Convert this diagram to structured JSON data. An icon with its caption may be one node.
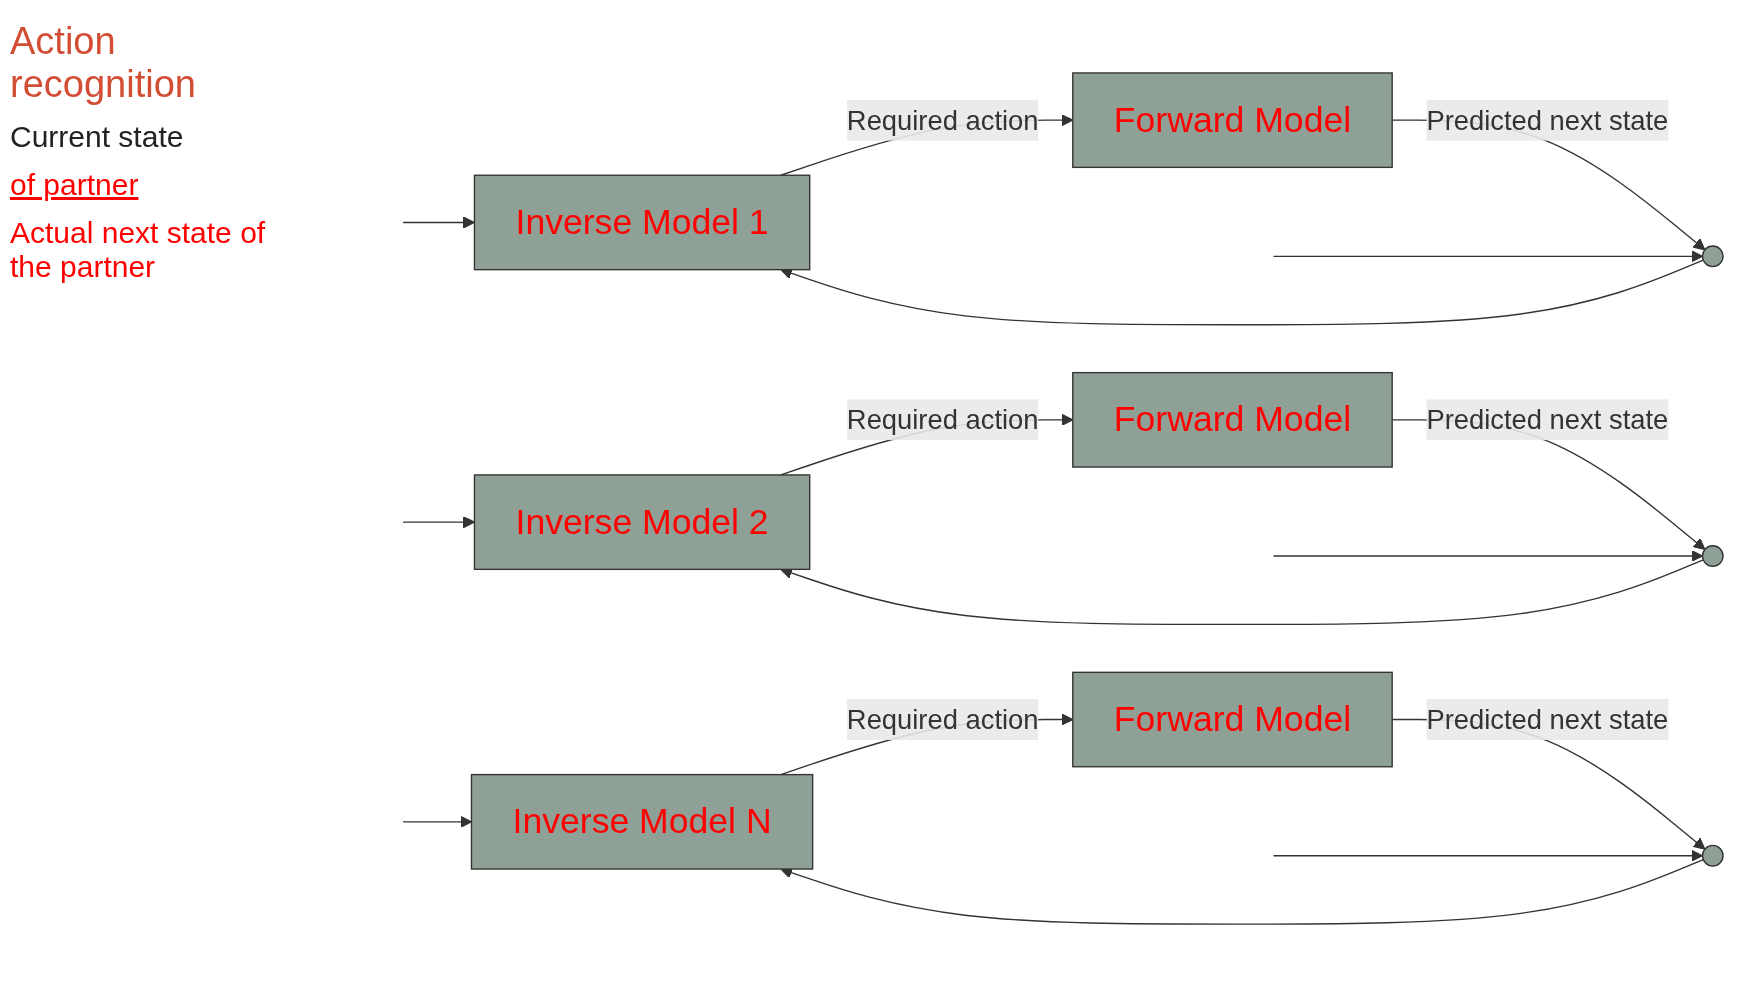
{
  "diagram": {
    "title": "Action recognition",
    "nodes": [
      {
        "text": [
          "Inverse Model 1"
        ]
      },
      {
        "text": [
          "Forward Model"
        ]
      },
      {
        "text": [],
        "shape": "circle"
      },
      {
        "text": [
          "Inverse Model 2"
        ]
      },
      {
        "text": [
          "Forward Model"
        ]
      },
      {
        "text": [],
        "shape": "circle"
      },
      {
        "text": [
          "Inverse Model N"
        ]
      },
      {
        "text": [
          "Forward Model"
        ]
      },
      {
        "text": [],
        "shape": "circle"
      }
    ],
    "edges": [
      {
        "from": null,
        "to": 0,
        "arrow": "to"
      },
      {
        "from": null,
        "to": 3,
        "arrow": "to"
      },
      {
        "from": null,
        "to": 6,
        "arrow": "to"
      },
      {
        "from": 0,
        "to": 1,
        "label": "Required action",
        "arrow": "to"
      },
      {
        "from": 1,
        "to": 2,
        "label": "Predicted next state",
        "arrow": "to"
      },
      {
        "from": 3,
        "to": 4,
        "label": "Required action",
        "arrow": "to"
      },
      {
        "from": 4,
        "to": 5,
        "label": "Predicted next state",
        "arrow": "to"
      },
      {
        "from": 6,
        "to": 7,
        "label": "Required action",
        "arrow": "to"
      },
      {
        "from": 7,
        "to": 8,
        "label": "Predicted next state",
        "arrow": "to"
      },
      {
        "from": 2,
        "to": 0,
        "arrow": "to"
      },
      {
        "from": 5,
        "to": 3,
        "arrow": "to"
      },
      {
        "from": 8,
        "to": 6,
        "arrow": "to"
      },
      {
        "from": null,
        "to": 2,
        "arrow": "to"
      },
      {
        "from": null,
        "to": 5,
        "arrow": "to"
      },
      {
        "from": null,
        "to": 8,
        "arrow": "to"
      }
    ],
    "labels": [
      "Current state",
      "of partner",
      "Actual next state of the partner"
    ]
  }
}
